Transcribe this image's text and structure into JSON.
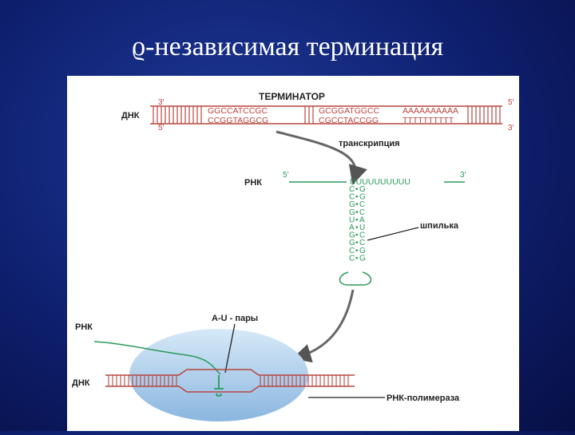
{
  "slide": {
    "title": "ϱ-независимая терминация"
  },
  "diagram": {
    "terminator_label": "ТЕРМИНАТОР",
    "dna_label": "ДНК",
    "dna_top_3prime": "3′",
    "dna_top_5prime": "5′",
    "dna_bottom_5prime": "5′",
    "dna_bottom_3prime": "3′",
    "dna_top_seq1": "GGCCATCCGC",
    "dna_top_seq2": "GCGGATGGCC",
    "dna_top_seq3": "AAAAAAAAAA",
    "dna_bottom_seq1": "CCGGTAGGCG",
    "dna_bottom_seq2": "CGCCTACCGG",
    "dna_bottom_seq3": "TTTTTTTTTT",
    "transcription_label": "транскрипция",
    "rna_label": "РНК",
    "rna_5prime": "5′",
    "rna_3prime": "3′",
    "rna_tail_seq": "UUUUUUUUUU",
    "hairpin_left": [
      "C",
      "C",
      "G",
      "G",
      "U",
      "A",
      "G",
      "G",
      "C",
      "C"
    ],
    "hairpin_right": [
      "G",
      "G",
      "C",
      "C",
      "A",
      "U",
      "C",
      "C",
      "G",
      "G"
    ],
    "hairpin_label": "шпилька",
    "au_pairs_label": "A-U - пары",
    "rna_label_bottom": "РНК",
    "dna_label_bottom": "ДНК",
    "polymerase_label": "РНК-полимераза"
  },
  "colors": {
    "dna_red": "#b8463e",
    "rna_green": "#2a9a5a",
    "polymerase_blue": "#9fc6ea"
  }
}
